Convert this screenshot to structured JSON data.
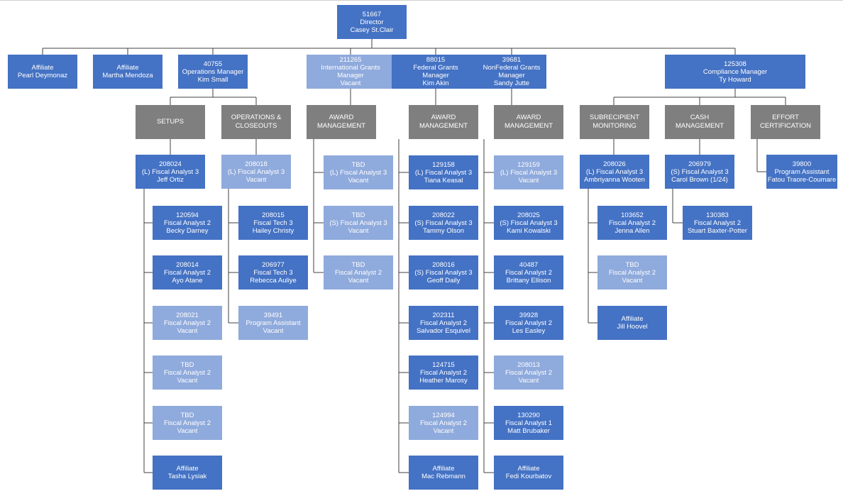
{
  "colors": {
    "filled_position": "#4472c4",
    "vacant_position": "#8faadc",
    "section_header": "#7f7f7f",
    "connector": "#404040"
  },
  "director": [
    "51667",
    "Director",
    "Casey St.Clair"
  ],
  "affiliates_top": [
    [
      "Affiliate",
      "Pearl Deymonaz"
    ],
    [
      "Affiliate",
      "Martha Mendoza"
    ]
  ],
  "managers": {
    "operations": [
      "40755",
      "Operations Manager",
      "Kim Small"
    ],
    "international": [
      "211265",
      "International Grants",
      "Manager",
      "Vacant"
    ],
    "federal": [
      "88015",
      "Federal Grants",
      "Manager",
      "Kim Akin"
    ],
    "nonfederal": [
      "39681",
      "NonFederal Grants",
      "Manager",
      "Sandy Jutte"
    ],
    "compliance": [
      "125308",
      "Compliance Manager",
      "Ty Howard"
    ]
  },
  "sections": {
    "setups": [
      "SETUPS"
    ],
    "ops_closeouts": [
      "OPERATIONS &",
      "CLOSEOUTS"
    ],
    "award_intl": [
      "AWARD",
      "MANAGEMENT"
    ],
    "award_fed": [
      "AWARD",
      "MANAGEMENT"
    ],
    "award_nonfed": [
      "AWARD",
      "MANAGEMENT"
    ],
    "subrecipient": [
      "SUBRECIPIENT",
      "MONITORING"
    ],
    "cash": [
      "CASH",
      "MANAGEMENT"
    ],
    "effort": [
      "EFFORT",
      "CERTIFICATION"
    ]
  },
  "leads": {
    "setups": [
      "208024",
      "(L) Fiscal Analyst 3",
      "Jeff Ortiz"
    ],
    "ops_closeouts": [
      "208018",
      "(L) Fiscal Analyst 3",
      "Vacant"
    ],
    "subrecipient": [
      "208026",
      "(L) Fiscal Analyst 3",
      "Ambriyanna Wooten"
    ],
    "cash": [
      "206979",
      "(S) Fiscal Analyst 3",
      "Carol Brown (1/24)"
    ],
    "effort": [
      "39800",
      "Program Assistant",
      "Fatou Traore-Coumare"
    ]
  },
  "setups_staff": [
    [
      "120594",
      "Fiscal Analyst 2",
      "Becky Darney"
    ],
    [
      "208014",
      "Fiscal Analyst 2",
      "Ayo Atane"
    ],
    [
      "208021",
      "Fiscal Analyst 2",
      "Vacant"
    ],
    [
      "TBD",
      "Fiscal Analyst 2",
      "Vacant"
    ],
    [
      "TBD",
      "Fiscal Analyst 2",
      "Vacant"
    ],
    [
      "Affiliate",
      "Tasha Lysiak"
    ]
  ],
  "ops_staff": [
    [
      "208015",
      "Fiscal Tech 3",
      "Hailey Christy"
    ],
    [
      "206977",
      "Fiscal Tech 3",
      "Rebecca Auliye"
    ],
    [
      "39491",
      "Program Assistant",
      "Vacant"
    ]
  ],
  "intl_staff": [
    [
      "TBD",
      "(L) Fiscal Analyst 3",
      "Vacant"
    ],
    [
      "TBD",
      "(S) Fiscal Analyst 3",
      "Vacant"
    ],
    [
      "TBD",
      "Fiscal Analyst 2",
      "Vacant"
    ]
  ],
  "fed_staff": [
    [
      "129158",
      "(L) Fiscal Analyst 3",
      "Tiana Keasal"
    ],
    [
      "208022",
      "(S) Fiscal Analyst 3",
      "Tammy Olson"
    ],
    [
      "208016",
      "(S) Fiscal Analyst 3",
      "Geoff Daily"
    ],
    [
      "202311",
      "Fiscal Analyst 2",
      "Salvador Esquivel"
    ],
    [
      "124715",
      "Fiscal Analyst 2",
      "Heather Marosy"
    ],
    [
      "124994",
      "Fiscal Analyst 2",
      "Vacant"
    ],
    [
      "Affiliate",
      "Mac Rebmann"
    ]
  ],
  "nonfed_staff": [
    [
      "129159",
      "(L) Fiscal Analyst 3",
      "Vacant"
    ],
    [
      "208025",
      "(S) Fiscal Analyst 3",
      "Kami Kowalski"
    ],
    [
      "40487",
      "Fiscal Analyst 2",
      "Brittany Ellison"
    ],
    [
      "39928",
      "Fiscal Analyst 2",
      "Les Easley"
    ],
    [
      "208013",
      "Fiscal Analyst  2",
      "Vacant"
    ],
    [
      "130290",
      "Fiscal Analyst 1",
      "Matt Brubaker"
    ],
    [
      "Affiliate",
      "Fedi Kourbatov"
    ]
  ],
  "sub_staff": [
    [
      "103652",
      "Fiscal Analyst 2",
      "Jenna Allen"
    ],
    [
      "TBD",
      "Fiscal Analyst 2",
      "Vacant"
    ],
    [
      "Affiliate",
      "Jill Hoovel"
    ]
  ],
  "cash_staff": [
    [
      "130383",
      "Fiscal Analyst 2",
      "Stuart Baxter-Potter"
    ]
  ]
}
